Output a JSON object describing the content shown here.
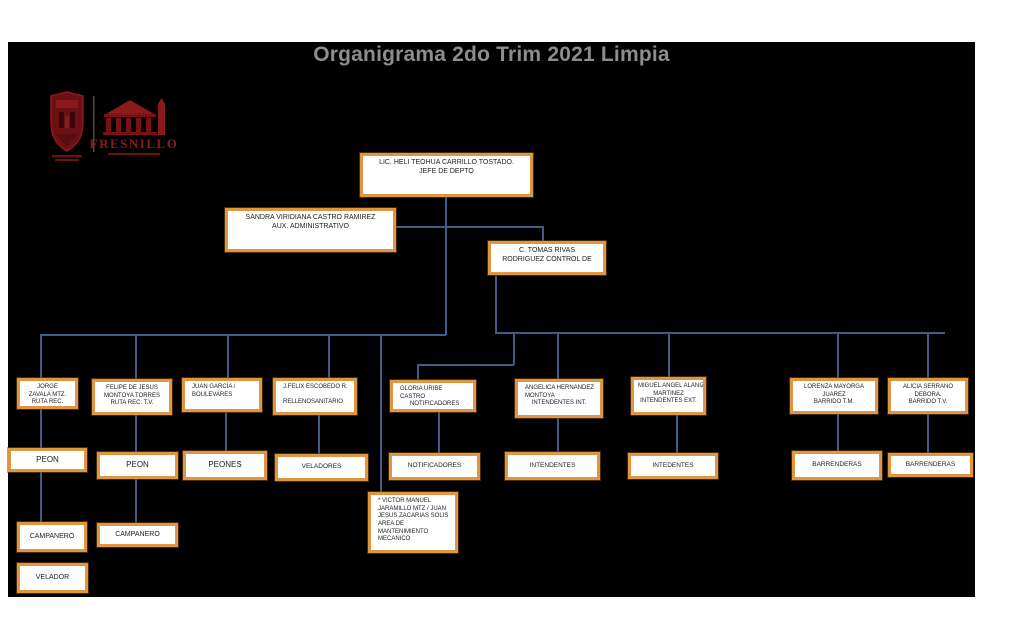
{
  "title": "Organigrama 2do Trim 2021 Limpia",
  "logo": {
    "brand": "FRESNILLO",
    "crest": "municipal-shield-crest",
    "building": "fresnillo-landmark-building"
  },
  "colors": {
    "page": "#ffffff",
    "canvas": "#000000",
    "box_border": "#e0953e",
    "box_fill": "#ffffff",
    "connector": "#3e5c8c",
    "title_text": "#8d8d8d",
    "logo_red": "#7a1215"
  },
  "nodes": [
    {
      "id": "heli",
      "role": "jefe-de-depto",
      "lines": [
        "LIC. HELI TEOHUA CARRILLO TOSTADO.",
        "JEFE DE DEPTO"
      ]
    },
    {
      "id": "sandra",
      "role": "aux-administrativo",
      "lines": [
        "SANDRA VIRIDIANA CASTRO RAMIREZ",
        "AUX. ADMINISTRATIVO"
      ]
    },
    {
      "id": "tomas",
      "role": "control",
      "lines": [
        "C. TOMAS RIVAS",
        "RODRIGUEZ CONTROL DE"
      ]
    },
    {
      "id": "jorge",
      "role": "ruta-rec",
      "lines": [
        "JORGE",
        "ZAVALA MTZ.",
        "RUTA REC."
      ]
    },
    {
      "id": "felipe",
      "role": "ruta-rec-tv",
      "lines": [
        "FELIPE DE JESUS",
        "MONTOYA TORRES",
        "RUTA REC. T.V."
      ]
    },
    {
      "id": "juan",
      "role": "boulevares",
      "lines": [
        "JUAN GARCÍA /",
        "BOULEVARES"
      ]
    },
    {
      "id": "jfelix",
      "role": "relleno-sanitario",
      "lines": [
        "J.FELIX ESCOBEDO R.",
        "",
        "RELLENOSANITARIO"
      ]
    },
    {
      "id": "gloria",
      "role": "notificadores",
      "lines": [
        "GLORIA URIBE",
        "CASTRO",
        "      NOTIFICADORES"
      ]
    },
    {
      "id": "angelica",
      "role": "intendentes-int",
      "lines": [
        "ANGELICA HERNANDEZ",
        "MONTOYA",
        "    INTENDENTES INT."
      ]
    },
    {
      "id": "miguel",
      "role": "intendentes-ext",
      "lines": [
        "MIGUEL ANGEL ALANIZ",
        "MARTINEZ",
        "INTENDENTES EXT."
      ]
    },
    {
      "id": "lorenza",
      "role": "barrido-tm",
      "lines": [
        "LORENZA MAYORGA",
        "JUAREZ",
        "BARRIDO T.M."
      ]
    },
    {
      "id": "alicia",
      "role": "barrido-tv",
      "lines": [
        "ALICIA SERRANO",
        "DEBORA.",
        "BARRIDO T.V."
      ]
    },
    {
      "id": "peon-1",
      "role": "peon",
      "lines": [
        "PEON"
      ]
    },
    {
      "id": "peon-2",
      "role": "peon",
      "lines": [
        "PEON"
      ]
    },
    {
      "id": "peones",
      "role": "peones",
      "lines": [
        "PEONES"
      ]
    },
    {
      "id": "veladores",
      "role": "veladores",
      "lines": [
        "VELADORES"
      ]
    },
    {
      "id": "notificadores",
      "role": "notificadores",
      "lines": [
        "NOTIFICADORES"
      ]
    },
    {
      "id": "intendentes",
      "role": "intendentes",
      "lines": [
        "INTENDENTES"
      ]
    },
    {
      "id": "intedentes",
      "role": "intedentes",
      "lines": [
        "INTEDENTES"
      ]
    },
    {
      "id": "barrenderas-1",
      "role": "barrenderas",
      "lines": [
        "BARRENDERAS"
      ]
    },
    {
      "id": "barrenderas-2",
      "role": "barrenderas",
      "lines": [
        "BARRENDERAS"
      ]
    },
    {
      "id": "victor",
      "role": "mantenimiento-mecanico",
      "lines": [
        "* VICTOR MANUEL",
        "JARAMILLO MTZ / JUAN",
        "JESUS ZACARIAS SOLIS",
        "AREA DE",
        "MANTENIMIENTO",
        "MECANICO"
      ]
    },
    {
      "id": "campanero-1",
      "role": "campanero",
      "lines": [
        "CAMPANERO"
      ]
    },
    {
      "id": "campanero-2",
      "role": "campanero",
      "lines": [
        "CAMPANERO"
      ]
    },
    {
      "id": "velador",
      "role": "velador",
      "lines": [
        "VELADOR"
      ]
    }
  ]
}
